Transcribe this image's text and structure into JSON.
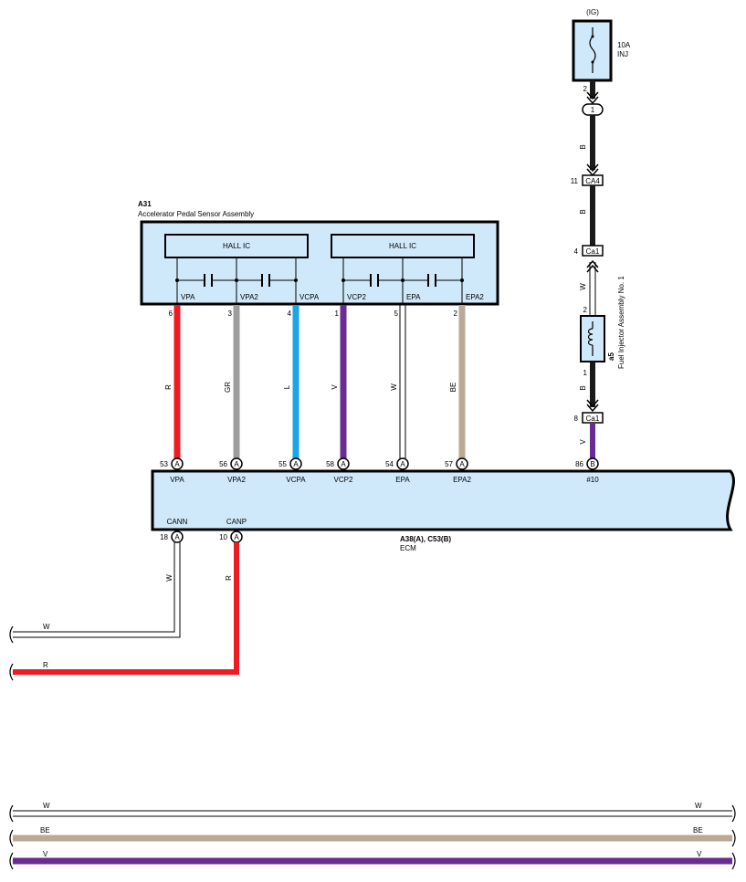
{
  "colors": {
    "box_fill": "#cfe9fa",
    "red": "#ed1c24",
    "gray": "#9d9d9d",
    "blue": "#1ba6e6",
    "violet": "#6a2c91",
    "white": "#ffffff",
    "beige": "#bba996",
    "black": "#1a1a1a"
  },
  "fuse": {
    "supply": "(IG)",
    "rating": "10A",
    "name": "INJ",
    "pin": "2",
    "connector_pin": "1"
  },
  "sensor": {
    "id": "A31",
    "name": "Accelerator Pedal Sensor Assembly",
    "ic_labels": [
      "HALL IC",
      "HALL IC"
    ],
    "terminals": [
      "VPA",
      "VPA2",
      "VCPA",
      "VCP2",
      "EPA",
      "EPA2"
    ]
  },
  "sensor_wires": [
    {
      "sensor_pin": "6",
      "color_code": "R",
      "ecm_pin": "53",
      "connector": "A",
      "ecm_terminal": "VPA"
    },
    {
      "sensor_pin": "3",
      "color_code": "GR",
      "ecm_pin": "56",
      "connector": "A",
      "ecm_terminal": "VPA2"
    },
    {
      "sensor_pin": "4",
      "color_code": "L",
      "ecm_pin": "55",
      "connector": "A",
      "ecm_terminal": "VCPA"
    },
    {
      "sensor_pin": "1",
      "color_code": "V",
      "ecm_pin": "58",
      "connector": "A",
      "ecm_terminal": "VCP2"
    },
    {
      "sensor_pin": "5",
      "color_code": "W",
      "ecm_pin": "54",
      "connector": "A",
      "ecm_terminal": "EPA"
    },
    {
      "sensor_pin": "2",
      "color_code": "BE",
      "ecm_pin": "57",
      "connector": "A",
      "ecm_terminal": "EPA2"
    }
  ],
  "injector_circuit": {
    "segments": [
      {
        "color_code": "B"
      },
      {
        "color_code": "B"
      },
      {
        "color_code": "W"
      },
      {
        "color_code": "B"
      },
      {
        "color_code": "V"
      }
    ],
    "connectors": [
      {
        "pin": "11",
        "name": "CA4"
      },
      {
        "pin": "4",
        "name": "Ca1"
      },
      {
        "pin": "8",
        "name": "Ca1"
      }
    ],
    "injector": {
      "id": "a5",
      "name": "Fuel Injector Assembly No. 1",
      "pin_top": "2",
      "pin_bottom": "1"
    },
    "ecm_pin": "86",
    "ecm_connector": "B",
    "ecm_terminal": "#10"
  },
  "ecm": {
    "id": "A38(A), C53(B)",
    "name": "ECM",
    "can_terminals": [
      {
        "terminal": "CANN",
        "pin": "18",
        "connector": "A",
        "color_code": "W"
      },
      {
        "terminal": "CANP",
        "pin": "10",
        "connector": "A",
        "color_code": "R"
      }
    ]
  },
  "off_page_wires": [
    {
      "color_code": "W"
    },
    {
      "color_code": "R"
    }
  ],
  "bus_wires": [
    {
      "left_label": "W",
      "right_label": "W"
    },
    {
      "left_label": "BE",
      "right_label": "BE"
    },
    {
      "left_label": "V",
      "right_label": "V"
    }
  ]
}
